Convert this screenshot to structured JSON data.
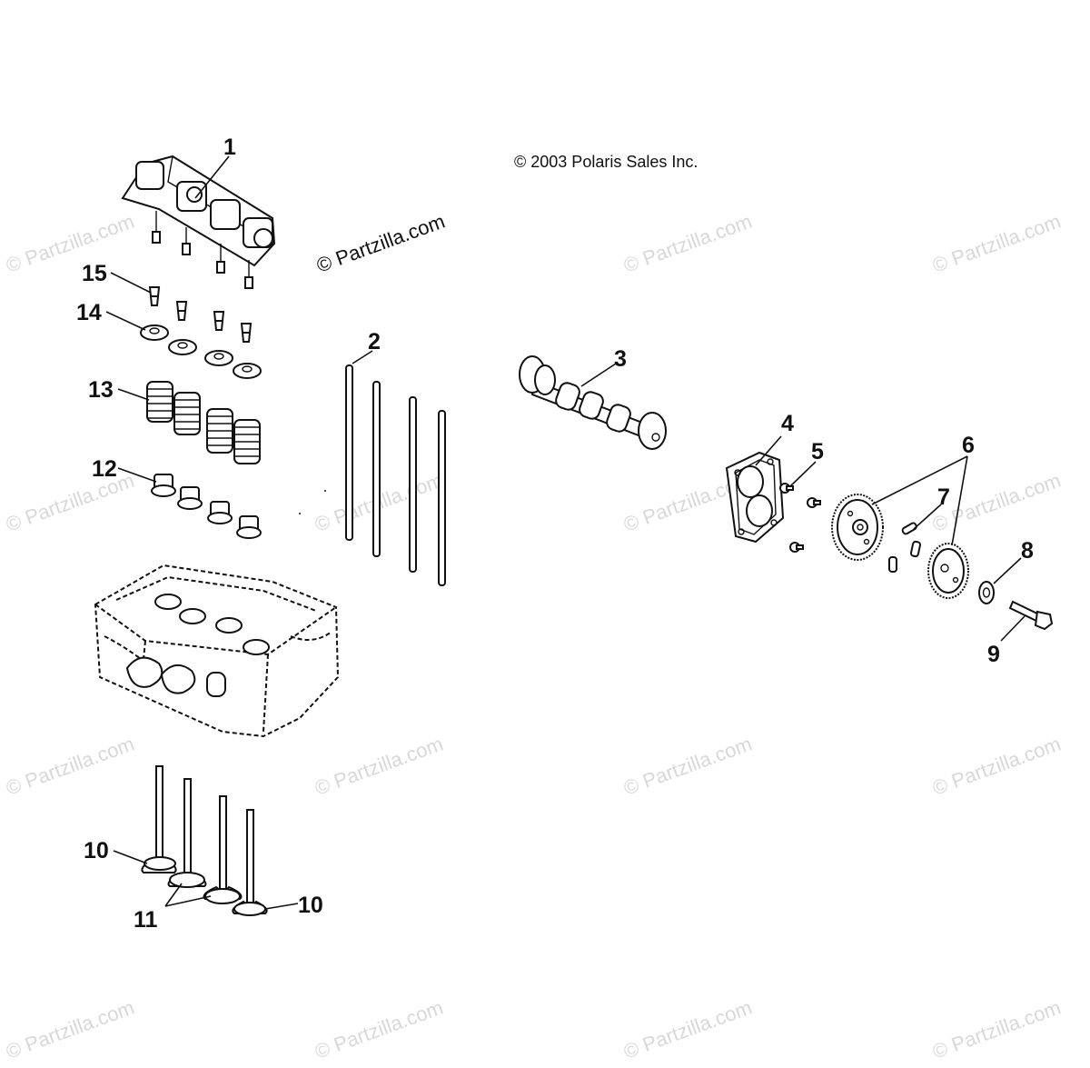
{
  "copyright": "© 2003 Polaris Sales Inc.",
  "watermark": "© Partzilla.com",
  "callouts": {
    "c1": "1",
    "c2": "2",
    "c3": "3",
    "c4": "4",
    "c5": "5",
    "c6": "6",
    "c7": "7",
    "c8": "8",
    "c9": "9",
    "c10a": "10",
    "c10b": "10",
    "c11": "11",
    "c12": "12",
    "c13": "13",
    "c14": "14",
    "c15": "15"
  },
  "colors": {
    "line": "#111111",
    "watermark": "#d8d8d8",
    "background": "#ffffff"
  }
}
